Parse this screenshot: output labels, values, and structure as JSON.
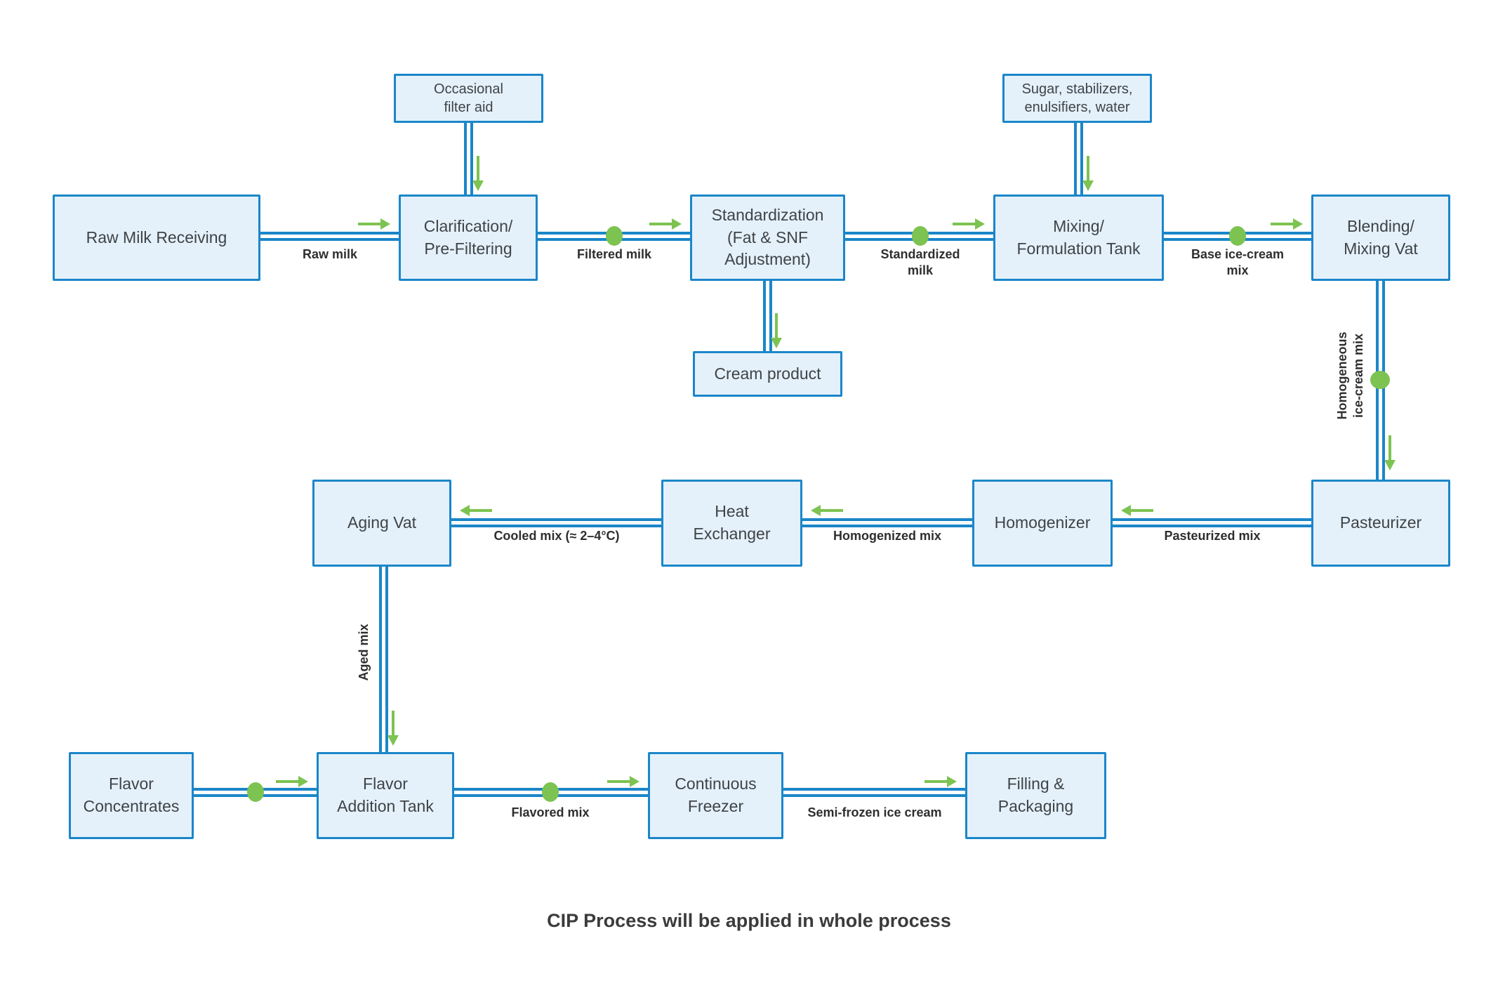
{
  "diagram": {
    "caption": "CIP Process will be applied in whole process",
    "colors": {
      "node_border": "#1b86c9",
      "node_fill": "#e4f1fb",
      "flow_green": "#7dc351",
      "node_text": "#3f4347",
      "edge_label_text": "#2e2e2e"
    },
    "nodes": {
      "raw_milk_receiving": {
        "label": "Raw Milk Receiving"
      },
      "occasional_filter_aid": {
        "label": "Occasional\nfilter aid"
      },
      "clarification": {
        "label": "Clarification/\nPre-Filtering"
      },
      "standardization": {
        "label": "Standardization\n(Fat & SNF\nAdjustment)"
      },
      "sugar_stabilizers": {
        "label": "Sugar, stabilizers,\nenulsifiers, water"
      },
      "mixing_formulation_tank": {
        "label": "Mixing/\nFormulation Tank"
      },
      "blending_mixing_vat": {
        "label": "Blending/\nMixing Vat"
      },
      "cream_product": {
        "label": "Cream product"
      },
      "aging_vat": {
        "label": "Aging Vat"
      },
      "heat_exchanger": {
        "label": "Heat\nExchanger"
      },
      "homogenizer": {
        "label": "Homogenizer"
      },
      "pasteurizer": {
        "label": "Pasteurizer"
      },
      "flavor_concentrates": {
        "label": "Flavor\nConcentrates"
      },
      "flavor_addition_tank": {
        "label": "Flavor\nAddition Tank"
      },
      "continuous_freezer": {
        "label": "Continuous\nFreezer"
      },
      "filling_packaging": {
        "label": "Filling &\nPackaging"
      }
    },
    "edge_labels": {
      "raw_milk": "Raw milk",
      "filtered_milk": "Filtered milk",
      "standardized_milk": "Standardized\nmilk",
      "base_ice_cream_mix": "Base ice-cream\nmix",
      "homogeneous_ice_cream_mix": "Homogeneous\nice-cream mix",
      "pasteurized_mix": "Pasteurized mix",
      "homogenized_mix": "Homogenized mix",
      "cooled_mix": "Cooled mix (≈ 2–4°C)",
      "aged_mix": "Aged mix",
      "flavored_mix": "Flavored mix",
      "semi_frozen_ice_cream": "Semi-frozen ice cream"
    }
  }
}
